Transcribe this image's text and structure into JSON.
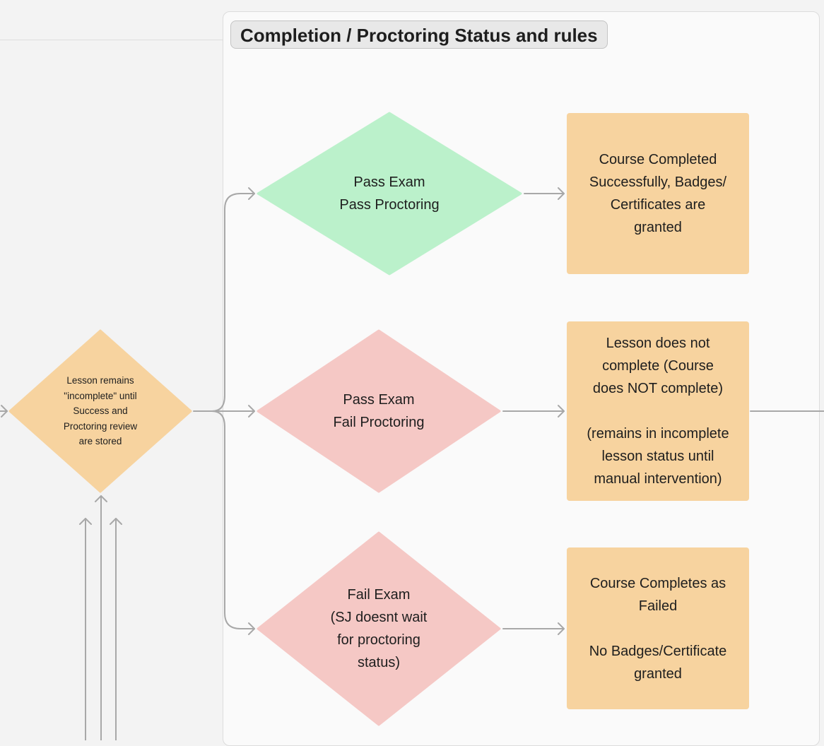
{
  "frame": {
    "title": "Completion / Proctoring Status and rules"
  },
  "colors": {
    "canvas": "#f3f3f3",
    "frame": "#fafafa",
    "green": "#bbf1cb",
    "pink": "#f5c8c5",
    "orange": "#f7d39f",
    "connector": "#a8a8a8"
  },
  "diagram": {
    "lesson_gate": "Lesson remains\n\"incomplete\" until\nSuccess and\nProctoring review\nare stored",
    "decisions": [
      {
        "label": "Pass Exam\nPass Proctoring",
        "color": "green"
      },
      {
        "label": "Pass Exam\nFail Proctoring",
        "color": "pink"
      },
      {
        "label": "Fail Exam\n(SJ doesnt wait\nfor proctoring\nstatus)",
        "color": "pink"
      }
    ],
    "outcomes": [
      {
        "label": "Course Completed\nSuccessfully, Badges/\nCertificates are\ngranted"
      },
      {
        "label": "Lesson does not\ncomplete (Course\ndoes NOT complete)\n\n(remains in incomplete\nlesson status until\nmanual intervention)"
      },
      {
        "label": "Course Completes as\nFailed\n\nNo Badges/Certificate\ngranted"
      }
    ]
  }
}
